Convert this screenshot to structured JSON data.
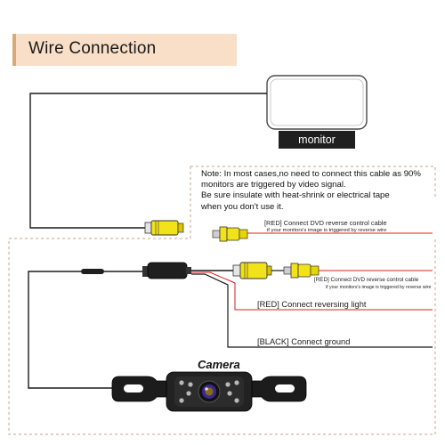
{
  "title": "Wire Connection",
  "monitor": {
    "label": "monitor"
  },
  "note": {
    "lines": [
      "Note: In most cases,no need to connect this cable as 90%",
      "monitors are triggered by video signal.",
      "Be sure insulate with heat-shrink or electrical tape",
      "when you don't use it."
    ]
  },
  "wires": {
    "red_dvd_top": {
      "label": "[RED] Connect DVD reverse control cable",
      "sub": "if your monitors's image is triggered by reverse wire"
    },
    "red_dvd_bottom": {
      "label": "[RED] Connect DVD reverse control cable",
      "sub": "if your monitors's image is triggered by reverse wire"
    },
    "reversing_light": {
      "label": "[RED] Connect reversing light"
    },
    "ground": {
      "label": "[BLACK] Connect ground"
    }
  },
  "camera": {
    "label": "Camera"
  },
  "colors": {
    "title_bg": "#f9dfc7",
    "connector_yellow": "#f2e21a",
    "red_wire": "#e21b1b",
    "dashed_outline": "#c9a58a"
  }
}
